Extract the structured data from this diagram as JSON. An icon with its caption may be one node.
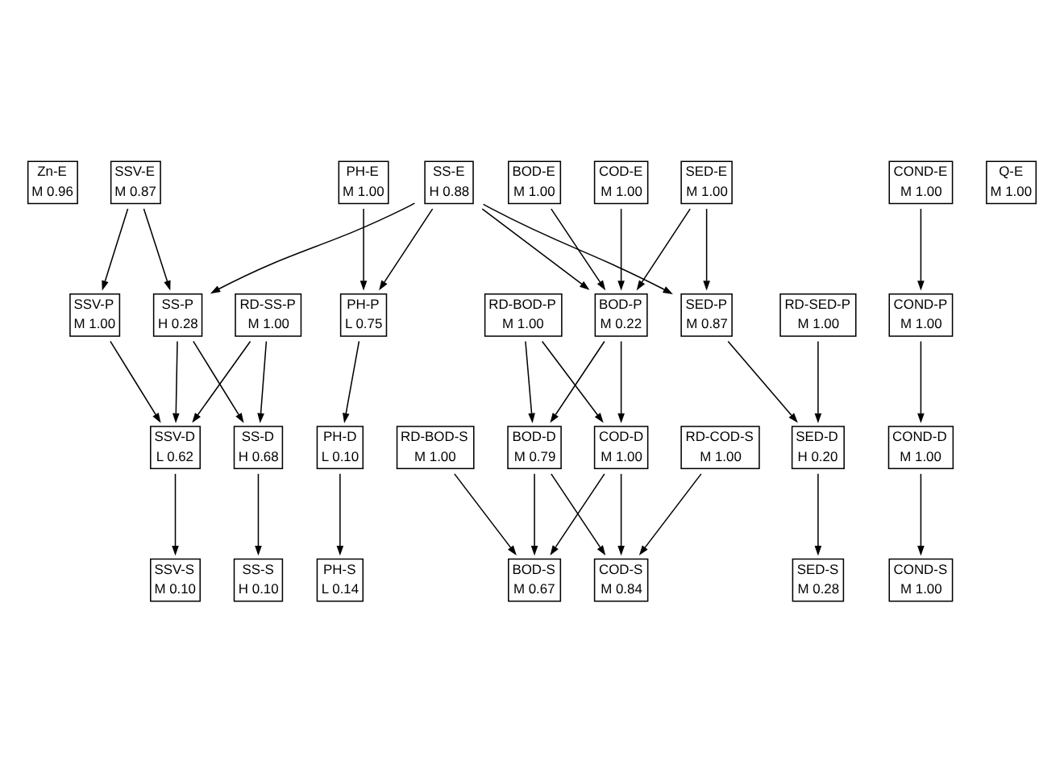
{
  "diagram": {
    "nodes": [
      {
        "text": [
          "Zn-E",
          "M 0.96"
        ]
      },
      {
        "text": [
          "PH-E",
          "M 1.00"
        ]
      },
      {
        "text": [
          "BOD-E",
          "M 1.00"
        ]
      },
      {
        "text": [
          "SS-E",
          "H 0.88"
        ]
      },
      {
        "text": [
          "COD-E",
          "M 1.00"
        ]
      },
      {
        "text": [
          "SSV-E",
          "M 0.87"
        ]
      },
      {
        "text": [
          "SED-E",
          "M 1.00"
        ]
      },
      {
        "text": [
          "COND-E",
          "M 1.00"
        ]
      },
      {
        "text": [
          "Q-E",
          "M 1.00"
        ]
      },
      {
        "text": [
          "RD-BOD-P",
          "M 1.00"
        ]
      },
      {
        "text": [
          "PH-P",
          "L 0.75"
        ]
      },
      {
        "text": [
          "RD-SS-P",
          "M 1.00"
        ]
      },
      {
        "text": [
          "SS-P",
          "H 0.28"
        ]
      },
      {
        "text": [
          "BOD-P",
          "M 0.22"
        ]
      },
      {
        "text": [
          "SED-P",
          "M 0.87"
        ]
      },
      {
        "text": [
          "SSV-P",
          "M 1.00"
        ]
      },
      {
        "text": [
          "COND-P",
          "M 1.00"
        ]
      },
      {
        "text": [
          "RD-SED-P",
          "M 1.00"
        ]
      },
      {
        "text": [
          "PH-D",
          "L 0.10"
        ]
      },
      {
        "text": [
          "BOD-D",
          "M 0.79"
        ]
      },
      {
        "text": [
          "COD-D",
          "M 1.00"
        ]
      },
      {
        "text": [
          "SS-D",
          "H 0.68"
        ]
      },
      {
        "text": [
          "SSV-D",
          "L 0.62"
        ]
      },
      {
        "text": [
          "RD-BOD-S",
          "M 1.00"
        ]
      },
      {
        "text": [
          "RD-COD-S",
          "M 1.00"
        ]
      },
      {
        "text": [
          "SED-D",
          "H 0.20"
        ]
      },
      {
        "text": [
          "COND-D",
          "M 1.00"
        ]
      },
      {
        "text": [
          "PH-S",
          "L 0.14"
        ]
      },
      {
        "text": [
          "BOD-S",
          "M 0.67"
        ]
      },
      {
        "text": [
          "COD-S",
          "M 0.84"
        ]
      },
      {
        "text": [
          "SS-S",
          "H 0.10"
        ]
      },
      {
        "text": [
          "SSV-S",
          "M 0.10"
        ]
      },
      {
        "text": [
          "SED-S",
          "M 0.28"
        ]
      },
      {
        "text": [
          "COND-S",
          "M 1.00"
        ]
      }
    ],
    "edges": [
      {
        "from": 1,
        "to": 10,
        "arrow": "to"
      },
      {
        "from": 2,
        "to": 13,
        "arrow": "to"
      },
      {
        "from": 3,
        "to": 10,
        "arrow": "to"
      },
      {
        "from": 3,
        "to": 12,
        "arrow": "to"
      },
      {
        "from": 3,
        "to": 13,
        "arrow": "to"
      },
      {
        "from": 3,
        "to": 14,
        "arrow": "to"
      },
      {
        "from": 4,
        "to": 13,
        "arrow": "to"
      },
      {
        "from": 5,
        "to": 12,
        "arrow": "to"
      },
      {
        "from": 5,
        "to": 15,
        "arrow": "to"
      },
      {
        "from": 6,
        "to": 13,
        "arrow": "to"
      },
      {
        "from": 6,
        "to": 14,
        "arrow": "to"
      },
      {
        "from": 7,
        "to": 16,
        "arrow": "to"
      },
      {
        "from": 9,
        "to": 19,
        "arrow": "to"
      },
      {
        "from": 9,
        "to": 20,
        "arrow": "to"
      },
      {
        "from": 10,
        "to": 18,
        "arrow": "to"
      },
      {
        "from": 11,
        "to": 21,
        "arrow": "to"
      },
      {
        "from": 11,
        "to": 22,
        "arrow": "to"
      },
      {
        "from": 12,
        "to": 21,
        "arrow": "to"
      },
      {
        "from": 12,
        "to": 22,
        "arrow": "to"
      },
      {
        "from": 13,
        "to": 19,
        "arrow": "to"
      },
      {
        "from": 13,
        "to": 20,
        "arrow": "to"
      },
      {
        "from": 14,
        "to": 25,
        "arrow": "to"
      },
      {
        "from": 15,
        "to": 22,
        "arrow": "to"
      },
      {
        "from": 16,
        "to": 26,
        "arrow": "to"
      },
      {
        "from": 17,
        "to": 25,
        "arrow": "to"
      },
      {
        "from": 18,
        "to": 27,
        "arrow": "to"
      },
      {
        "from": 19,
        "to": 28,
        "arrow": "to"
      },
      {
        "from": 19,
        "to": 29,
        "arrow": "to"
      },
      {
        "from": 20,
        "to": 28,
        "arrow": "to"
      },
      {
        "from": 20,
        "to": 29,
        "arrow": "to"
      },
      {
        "from": 21,
        "to": 30,
        "arrow": "to"
      },
      {
        "from": 22,
        "to": 31,
        "arrow": "to"
      },
      {
        "from": 23,
        "to": 28,
        "arrow": "to"
      },
      {
        "from": 24,
        "to": 29,
        "arrow": "to"
      },
      {
        "from": 25,
        "to": 32,
        "arrow": "to"
      },
      {
        "from": 26,
        "to": 33,
        "arrow": "to"
      }
    ]
  }
}
